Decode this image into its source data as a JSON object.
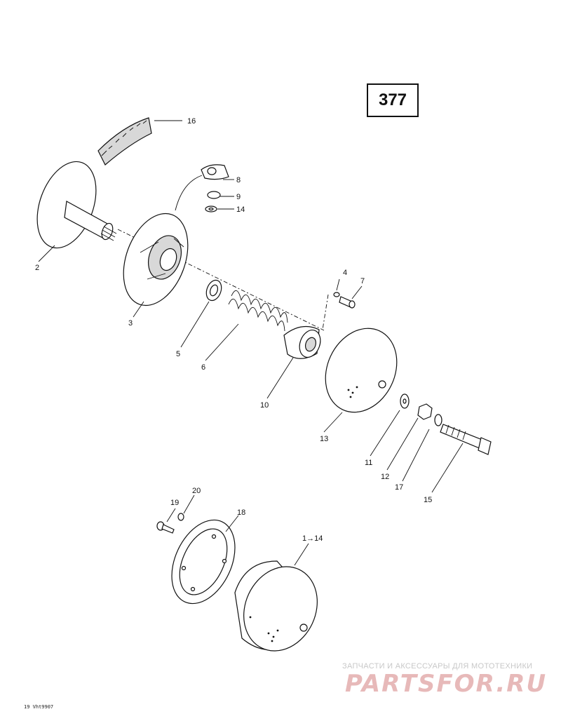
{
  "page_number": "377",
  "drawing_code": "19 Vht9907",
  "watermark": {
    "caption": "ЗАПЧАСТИ И АКСЕССУАРЫ ДЛЯ МОТОТЕХНИКИ",
    "logo": "PARTSFOR.RU"
  },
  "callouts": {
    "c1_14": "1→14",
    "c2": "2",
    "c3": "3",
    "c4": "4",
    "c5": "5",
    "c6": "6",
    "c7": "7",
    "c8": "8",
    "c9": "9",
    "c10": "10",
    "c11": "11",
    "c12": "12",
    "c13": "13",
    "c14": "14",
    "c15": "15",
    "c16": "16",
    "c17": "17",
    "c18": "18",
    "c19": "19",
    "c20": "20"
  }
}
